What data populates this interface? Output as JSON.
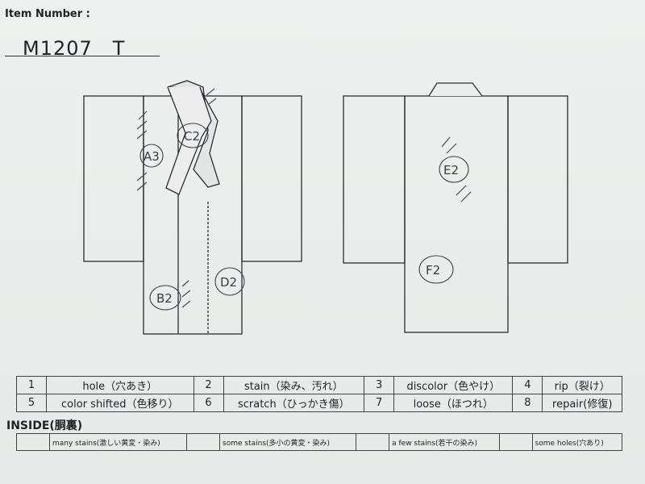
{
  "header": {
    "item_number_label": "Item Number :",
    "item_number_value": "M1207　T"
  },
  "front_marks": [
    "A3",
    "C2",
    "B2",
    "D2"
  ],
  "back_marks": [
    "E2",
    "F2"
  ],
  "legend": {
    "rows": [
      [
        {
          "num": "1",
          "text": "hole（穴あき）"
        },
        {
          "num": "2",
          "text": "stain（染み、汚れ）"
        },
        {
          "num": "3",
          "text": "discolor（色やけ）"
        },
        {
          "num": "4",
          "text": "rip（裂け）"
        }
      ],
      [
        {
          "num": "5",
          "text": "color shifted（色移り）"
        },
        {
          "num": "6",
          "text": "scratch（ひっかき傷）"
        },
        {
          "num": "7",
          "text": "loose（ほつれ）"
        },
        {
          "num": "8",
          "text": "repair(修復)"
        }
      ]
    ]
  },
  "inside": {
    "title": "INSIDE(胴裏)",
    "items": [
      "many stains(激しい黄変・染み)",
      "some stains(多小の黄変・染み)",
      "a few stains(若干の染み)",
      "some holes(穴あり)"
    ]
  }
}
